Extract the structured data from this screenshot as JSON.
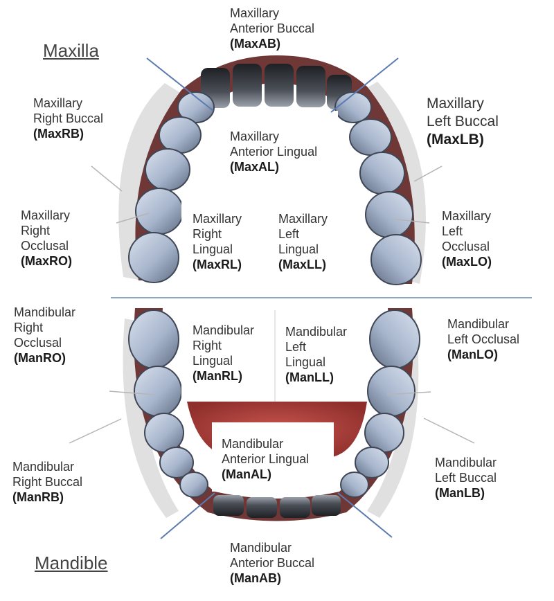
{
  "headings": {
    "maxilla": "Maxilla",
    "mandible": "Mandible"
  },
  "labels": {
    "MaxAB": {
      "name": [
        "Maxillary",
        "Anterior Buccal"
      ],
      "code": "(MaxAB)"
    },
    "MaxRB": {
      "name": [
        "Maxillary",
        "Right Buccal"
      ],
      "code": "(MaxRB)"
    },
    "MaxAL": {
      "name": [
        "Maxillary",
        "Anterior Lingual"
      ],
      "code": "(MaxAL)"
    },
    "MaxLB": {
      "name": [
        "Maxillary",
        "Left Buccal"
      ],
      "code": "(MaxLB)"
    },
    "MaxRO": {
      "name": [
        "Maxillary",
        "Right",
        "Occlusal"
      ],
      "code": "(MaxRO)"
    },
    "MaxRL": {
      "name": [
        "Maxillary",
        "Right",
        "Lingual"
      ],
      "code": "(MaxRL)"
    },
    "MaxLL": {
      "name": [
        "Maxillary",
        "Left",
        "Lingual"
      ],
      "code": "(MaxLL)"
    },
    "MaxLO": {
      "name": [
        "Maxillary",
        "Left",
        "Occlusal"
      ],
      "code": "(MaxLO)"
    },
    "ManRO": {
      "name": [
        "Mandibular",
        "Right",
        "Occlusal"
      ],
      "code": "(ManRO)"
    },
    "ManRL": {
      "name": [
        "Mandibular",
        "Right",
        "Lingual"
      ],
      "code": "(ManRL)"
    },
    "ManLL": {
      "name": [
        "Mandibular",
        "Left",
        "Lingual"
      ],
      "code": "(ManLL)"
    },
    "ManLO": {
      "name": [
        "Mandibular",
        "Left Occlusal"
      ],
      "code": "(ManLO)"
    },
    "ManAL": {
      "name": [
        "Mandibular",
        "Anterior Lingual"
      ],
      "code": "(ManAL)"
    },
    "ManRB": {
      "name": [
        "Mandibular",
        "Right Buccal"
      ],
      "code": "(ManRB)"
    },
    "ManLB": {
      "name": [
        "Mandibular",
        "Left Buccal"
      ],
      "code": "(ManLB)"
    },
    "ManAB": {
      "name": [
        "Mandibular",
        "Anterior Buccal"
      ],
      "code": "(ManAB)"
    }
  },
  "colors": {
    "divider": "#8fa6c8",
    "gum": "#7a3d3c",
    "tooth": "#a9b8cf",
    "tooth_dark": "#4b5566",
    "arrow": "#b5b5b5"
  }
}
